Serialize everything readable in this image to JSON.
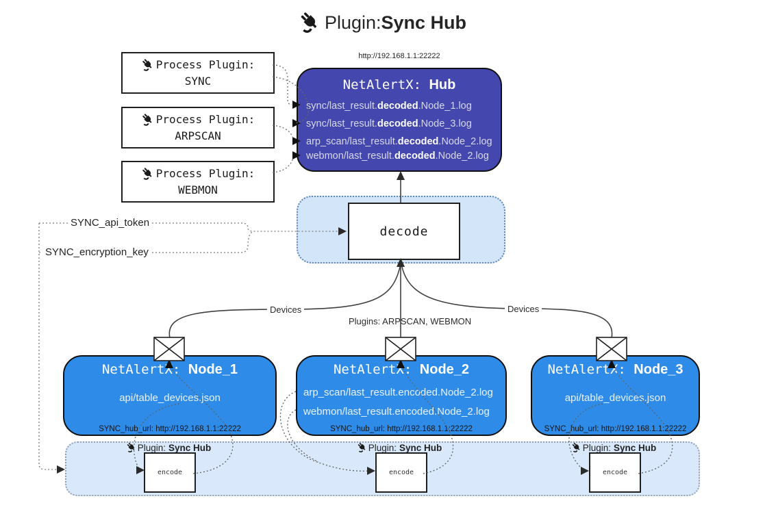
{
  "title": {
    "label": "Plugin: ",
    "label_bold": "Sync Hub"
  },
  "hub": {
    "url": "http://192.168.1.1:22222",
    "name_prefix": "NetAlertX: ",
    "name_bold": "Hub",
    "lines": [
      {
        "pre": "sync/last_result.",
        "bold": "decoded",
        "post": ".Node_1.log"
      },
      {
        "pre": "sync/last_result.",
        "bold": "decoded",
        "post": ".Node_3.log"
      },
      {
        "pre": "arp_scan/last_result.",
        "bold": "decoded",
        "post": ".Node_2.log"
      },
      {
        "pre": "webmon/last_result.",
        "bold": "decoded",
        "post": ".Node_2.log"
      }
    ]
  },
  "process_plugins": [
    {
      "label": "Process Plugin:",
      "name": "SYNC"
    },
    {
      "label": "Process Plugin:",
      "name": "ARPSCAN"
    },
    {
      "label": "Process Plugin:",
      "name": "WEBMON"
    }
  ],
  "settings": {
    "api_token": "SYNC_api_token",
    "encryption_key": "SYNC_encryption_key"
  },
  "decode": {
    "label": "decode"
  },
  "edge_labels": {
    "devices_left": "Devices",
    "plugins_middle": "Plugins: ARPSCAN, WEBMON",
    "devices_right": "Devices"
  },
  "nodes": [
    {
      "name_prefix": "NetAlertX: ",
      "name_bold": "Node_1",
      "lines": [
        "api/table_devices.json"
      ],
      "footer": "SYNC_hub_url: http://192.168.1.1:22222"
    },
    {
      "name_prefix": "NetAlertX: ",
      "name_bold": "Node_2",
      "lines": [
        "arp_scan/last_result.encoded.Node_2.log",
        "webmon/last_result.encoded.Node_2.log"
      ],
      "footer": "SYNC_hub_url: http://192.168.1.1:22222"
    },
    {
      "name_prefix": "NetAlertX: ",
      "name_bold": "Node_3",
      "lines": [
        "api/table_devices.json"
      ],
      "footer": "SYNC_hub_url: http://192.168.1.1:22222"
    }
  ],
  "encode_band": {
    "plugin_label": "Plugin: ",
    "plugin_label_bold": "Sync Hub",
    "encode_label": "encode"
  },
  "colors": {
    "hub_fill": "#4347ae",
    "node_fill": "#2e8ce8",
    "band_fill": "#d9e9fb",
    "decode_container_fill": "#d3e5f8",
    "hub_text": "#d9d9e8",
    "node_text": "#e9f2fc"
  }
}
